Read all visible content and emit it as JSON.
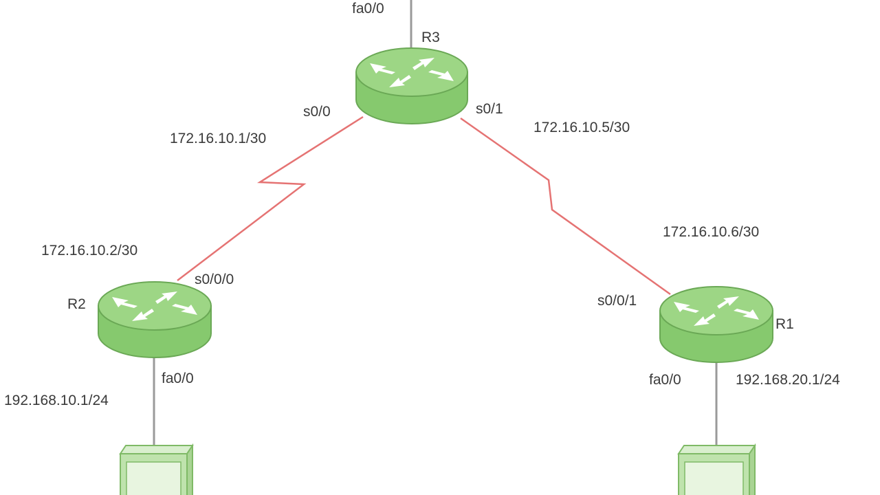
{
  "labels": {
    "r3_fa": "fa0/0",
    "r3_name": "R3",
    "r3_s00": "s0/0",
    "r3_s01": "s0/1",
    "link_r3_r2_ip": "172.16.10.1/30",
    "link_r3_r1_ip": "172.16.10.5/30",
    "r2_ip": "172.16.10.2/30",
    "r2_s000": "s0/0/0",
    "r2_name": "R2",
    "r2_fa": "fa0/0",
    "lan_r2_ip": "192.168.10.1/24",
    "r1_ip": "172.16.10.6/30",
    "r1_s001": "s0/0/1",
    "r1_name": "R1",
    "r1_fa": "fa0/0",
    "lan_r1_ip": "192.168.20.1/24"
  },
  "colors": {
    "router_fill": "#86c96e",
    "router_top": "#9dd685",
    "router_stroke": "#6aa855",
    "serial_link": "#e57373",
    "ethernet_link": "#9a9a9a",
    "pc_fill": "#bfe3ad",
    "pc_stroke": "#7fba66"
  }
}
